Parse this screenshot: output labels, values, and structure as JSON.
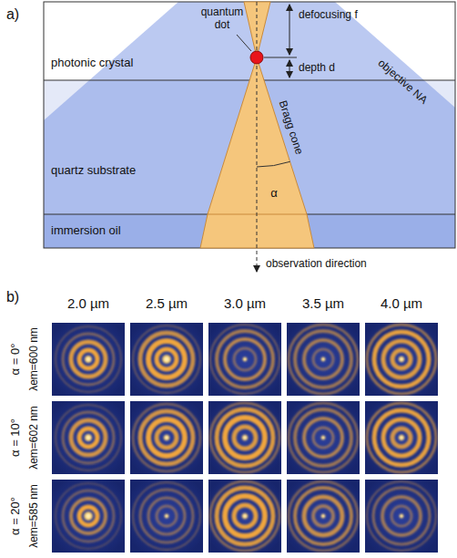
{
  "diagram": {
    "nodes": [
      {
        "text": [
          "photonic crystal"
        ]
      },
      {
        "text": [
          "quartz substrate"
        ]
      },
      {
        "text": [
          "immersion oil"
        ]
      }
    ],
    "labels": [
      "a)",
      "quantum dot",
      "defocusing f",
      "depth d",
      "objective NA",
      "Bragg cone",
      "α",
      "observation direction",
      "b)",
      "2.0 µm",
      "2.5 µm",
      "3.0 µm",
      "3.5 µm",
      "4.0 µm",
      "α = 0°",
      "λem=600 nm",
      "α = 10°",
      "λem=602 nm",
      "α = 20°",
      "λem=585 nm"
    ]
  }
}
